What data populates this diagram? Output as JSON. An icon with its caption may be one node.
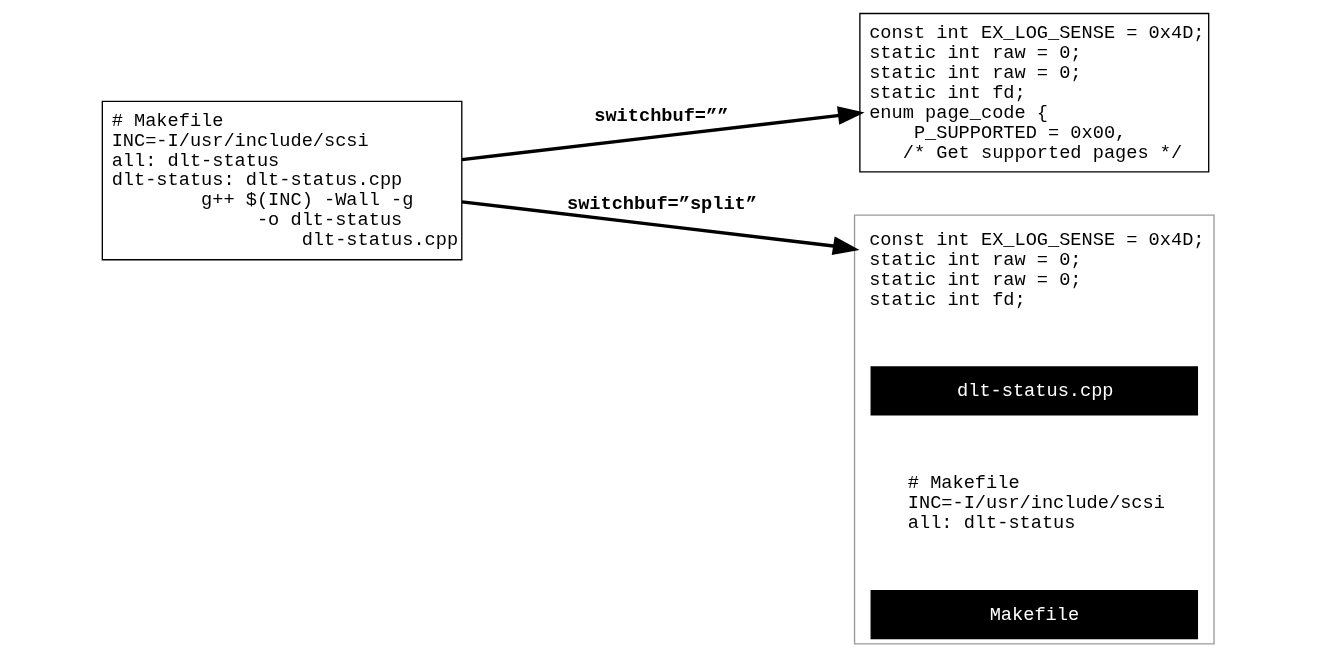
{
  "diagram": {
    "nodes": [
      {
        "text": [
          "# Makefile",
          "INC=-I/usr/include/scsi",
          "all: dlt-status",
          "dlt-status: dlt-status.cpp",
          "        g++ $(INC) -Wall -g",
          "             -o dlt-status",
          "                 dlt-status.cpp"
        ]
      },
      {
        "text": [
          "const int EX_LOG_SENSE = 0x4D;",
          "static int raw = 0;",
          "static int raw = 0;",
          "static int fd;",
          "enum page_code {",
          "    P_SUPPORTED = 0x00,",
          "   /* Get supported pages */"
        ]
      },
      {
        "text": [],
        "shape": "box"
      },
      {
        "text": [
          "const int EX_LOG_SENSE = 0x4D;",
          "static int raw = 0;",
          "static int raw = 0;",
          "static int fd;"
        ],
        "in": 2
      },
      {
        "text": [
          "dlt-status.cpp"
        ],
        "in": 2
      },
      {
        "text": [
          "# Makefile",
          "INC=-I/usr/include/scsi",
          "all: dlt-status"
        ],
        "in": 2
      },
      {
        "text": [
          "Makefile"
        ],
        "in": 2
      }
    ],
    "edges": [
      {
        "from": 0,
        "to": 1,
        "arrow": "to",
        "label": "switchbuf=””"
      },
      {
        "from": 0,
        "to": 2,
        "arrow": "to",
        "label": "switchbuf=”split”"
      }
    ]
  }
}
